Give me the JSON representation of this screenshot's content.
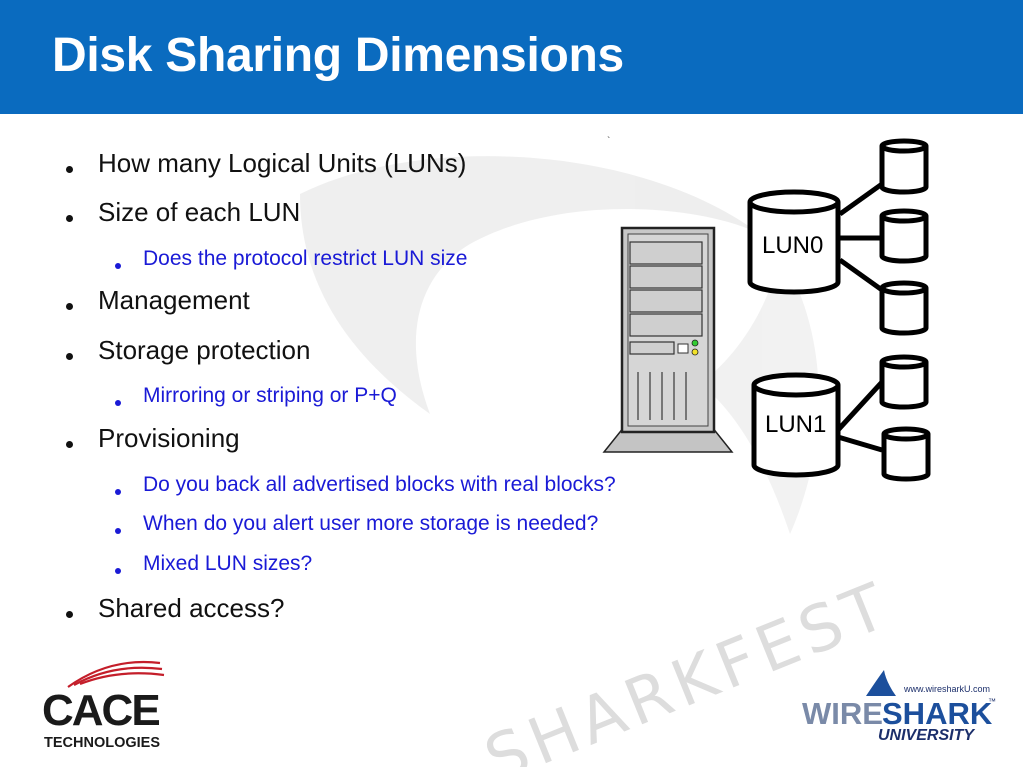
{
  "slide": {
    "title": "Disk Sharing Dimensions"
  },
  "bullets": [
    {
      "level": 1,
      "text": "How many Logical Units (LUNs)"
    },
    {
      "level": 1,
      "text": "Size of each LUN"
    },
    {
      "level": 2,
      "text": "Does the protocol restrict LUN size"
    },
    {
      "level": 1,
      "text": "Management"
    },
    {
      "level": 1,
      "text": "Storage protection"
    },
    {
      "level": 2,
      "text": "Mirroring or striping or P+Q"
    },
    {
      "level": 1,
      "text": "Provisioning"
    },
    {
      "level": 2,
      "text": "Do you back all advertised blocks with real blocks?"
    },
    {
      "level": 2,
      "text": "When do you alert user more storage is needed?"
    },
    {
      "level": 2,
      "text": "Mixed LUN sizes?"
    },
    {
      "level": 1,
      "text": "Shared access?"
    }
  ],
  "diagram": {
    "lun0_label": "LUN0",
    "lun1_label": "LUN1",
    "stray_mark": "`"
  },
  "watermark": {
    "text": "SHARKFEST"
  },
  "logos": {
    "cace_name": "CACE",
    "cace_sub": "TECHNOLOGIES",
    "ws_url": "www.wiresharkU.com",
    "ws_wire": "WIRE",
    "ws_shark": "SHARK",
    "ws_tm": "™",
    "ws_univ": "UNIVERSITY"
  },
  "colors": {
    "header_bg": "#0a6bbf",
    "title_text": "#ffffff",
    "bullet_l1": "#111111",
    "bullet_l2": "#1a1ad6"
  }
}
